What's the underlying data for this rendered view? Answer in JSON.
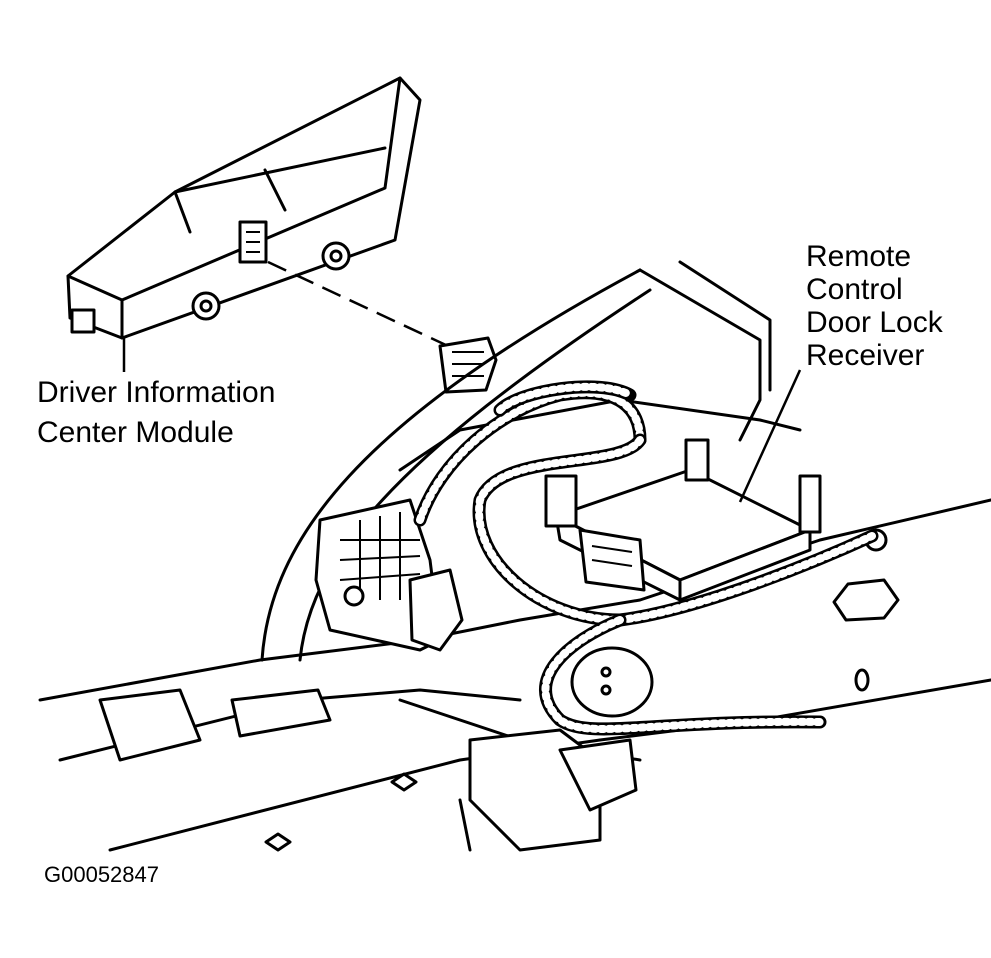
{
  "labels": {
    "driver_info_line1": "Driver Information",
    "driver_info_line2": "Center Module",
    "receiver_line1": "Remote",
    "receiver_line2": "Control",
    "receiver_line3": "Door Lock",
    "receiver_line4": "Receiver"
  },
  "figure_id": "G00052847"
}
